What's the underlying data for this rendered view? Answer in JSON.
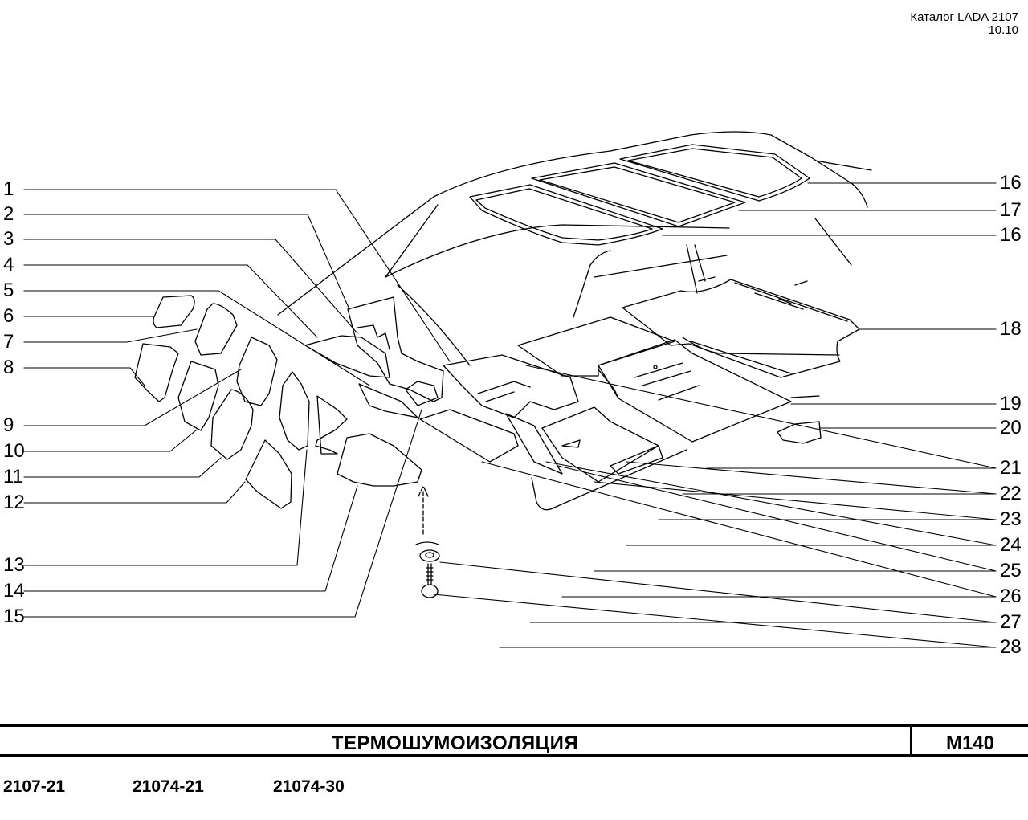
{
  "header": {
    "catalog": "Каталог LADA 2107",
    "edition": "10.10"
  },
  "callouts_left": [
    "1",
    "2",
    "3",
    "4",
    "5",
    "6",
    "7",
    "8",
    "9",
    "10",
    "11",
    "12",
    "13",
    "14",
    "15"
  ],
  "callouts_right": [
    "16",
    "17",
    "16",
    "18",
    "19",
    "20",
    "21",
    "22",
    "23",
    "24",
    "25",
    "26",
    "27",
    "28"
  ],
  "title": "ТЕРМОШУМОИЗОЛЯЦИЯ",
  "code": "М140",
  "models": [
    "2107-21",
    "21074-21",
    "21074-30"
  ]
}
